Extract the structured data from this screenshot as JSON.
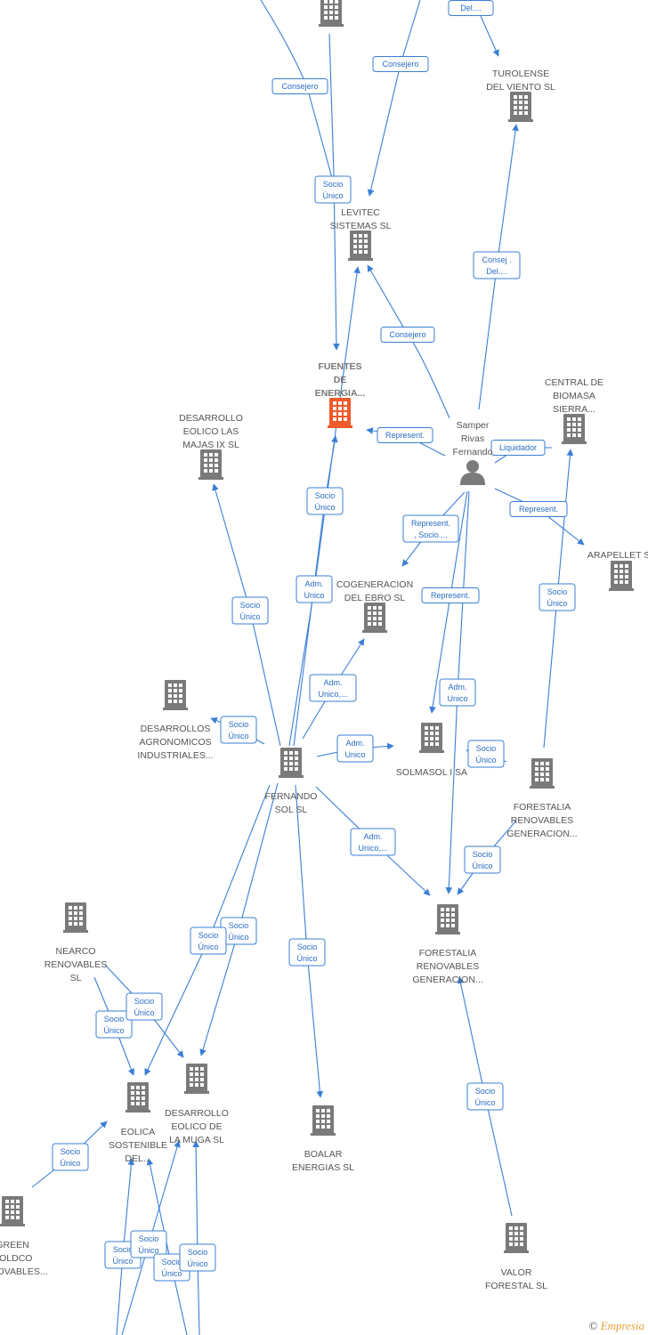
{
  "nodes": [
    {
      "id": "top_company",
      "lines": [],
      "kind": "company"
    },
    {
      "id": "turolense",
      "lines": [
        "TUROLENSE",
        "DEL VIENTO SL"
      ],
      "kind": "company"
    },
    {
      "id": "levitec",
      "lines": [
        "LEVITEC",
        "SISTEMAS  SL"
      ],
      "kind": "company"
    },
    {
      "id": "fuentes",
      "lines": [
        "FUENTES",
        "DE",
        "ENERGIA..."
      ],
      "kind": "highlight"
    },
    {
      "id": "central_biomasa",
      "lines": [
        "CENTRAL DE",
        "BIOMASA",
        "SIERRA..."
      ],
      "kind": "company"
    },
    {
      "id": "samper",
      "lines": [
        "Samper",
        "Rivas",
        "Fernando"
      ],
      "kind": "person"
    },
    {
      "id": "desarrollo_majas",
      "lines": [
        "DESARROLLO",
        "EOLICO LAS",
        "MAJAS IX  SL"
      ],
      "kind": "company"
    },
    {
      "id": "arapellet",
      "lines": [
        "ARAPELLET  SL"
      ],
      "kind": "company"
    },
    {
      "id": "cogeneracion",
      "lines": [
        "COGENERACION",
        "DEL EBRO  SL"
      ],
      "kind": "company"
    },
    {
      "id": "desarrollos_agro",
      "lines": [
        "DESARROLLOS",
        "AGRONOMICOS",
        "INDUSTRIALES..."
      ],
      "kind": "company"
    },
    {
      "id": "solmasol",
      "lines": [
        "SOLMASOL I SA"
      ],
      "kind": "company"
    },
    {
      "id": "fernando_sol",
      "lines": [
        "FERNANDO",
        "SOL SL"
      ],
      "kind": "company"
    },
    {
      "id": "forestalia_right",
      "lines": [
        "FORESTALIA",
        "RENOVABLES",
        "GENERACION..."
      ],
      "kind": "company"
    },
    {
      "id": "forestalia_center",
      "lines": [
        "FORESTALIA",
        "RENOVABLES",
        "GENERACION..."
      ],
      "kind": "company"
    },
    {
      "id": "nearco",
      "lines": [
        "NEARCO",
        "RENOVABLES",
        "SL"
      ],
      "kind": "company"
    },
    {
      "id": "eolica_sostenible",
      "lines": [
        "EOLICA",
        "SOSTENIBLE",
        "DEL..."
      ],
      "kind": "company"
    },
    {
      "id": "desarrollo_muga",
      "lines": [
        "DESARROLLO",
        "EOLICO DE",
        "LA MUGA SL"
      ],
      "kind": "company"
    },
    {
      "id": "boalar",
      "lines": [
        "BOALAR",
        "ENERGIAS  SL"
      ],
      "kind": "company"
    },
    {
      "id": "green_coldco",
      "lines": [
        "GREEN",
        "COLDCO",
        "RENOVABLES..."
      ],
      "kind": "company"
    },
    {
      "id": "valor_forestal",
      "lines": [
        "VALOR",
        "FORESTAL SL"
      ],
      "kind": "company"
    }
  ],
  "edges": [
    {
      "id": "e_del_top",
      "lines": [
        "Del...."
      ]
    },
    {
      "id": "e_consejero_top_left",
      "lines": [
        "Consejero"
      ]
    },
    {
      "id": "e_consejero_top_mid",
      "lines": [
        "Consejero"
      ]
    },
    {
      "id": "e_socio_levitec",
      "lines": [
        "Socio",
        "Único"
      ]
    },
    {
      "id": "e_consej_del",
      "lines": [
        "Consej .",
        "Del...."
      ]
    },
    {
      "id": "e_consejero_samper",
      "lines": [
        "Consejero"
      ]
    },
    {
      "id": "e_represent_fuentes",
      "lines": [
        "Represent."
      ]
    },
    {
      "id": "e_liquidador",
      "lines": [
        "Liquidador"
      ]
    },
    {
      "id": "e_socio_fuentes",
      "lines": [
        "Socio",
        "Único"
      ]
    },
    {
      "id": "e_represent_socio",
      "lines": [
        "Represent.",
        ", Socio...."
      ]
    },
    {
      "id": "e_represent_arapellet",
      "lines": [
        "Represent."
      ]
    },
    {
      "id": "e_socio_majas",
      "lines": [
        "Socio",
        "Único"
      ]
    },
    {
      "id": "e_adm_levitec",
      "lines": [
        "Adm.",
        "Unico"
      ]
    },
    {
      "id": "e_represent_solmasol",
      "lines": [
        "Represent."
      ]
    },
    {
      "id": "e_socio_central",
      "lines": [
        "Socio",
        "Único"
      ]
    },
    {
      "id": "e_adm_cogeneracion",
      "lines": [
        "Adm.",
        "Unico,..."
      ]
    },
    {
      "id": "e_adm_forestalia_samper",
      "lines": [
        "Adm.",
        "Unico"
      ]
    },
    {
      "id": "e_socio_agro",
      "lines": [
        "Socio",
        "Único"
      ]
    },
    {
      "id": "e_adm_solmasol",
      "lines": [
        "Adm.",
        "Unico"
      ]
    },
    {
      "id": "e_socio_solmasol",
      "lines": [
        "Socio",
        "Único"
      ]
    },
    {
      "id": "e_adm_forestalia",
      "lines": [
        "Adm.",
        "Unico,..."
      ]
    },
    {
      "id": "e_socio_forestalia_right",
      "lines": [
        "Socio",
        "Único"
      ]
    },
    {
      "id": "e_socio_muga_1",
      "lines": [
        "Socio",
        "Único"
      ]
    },
    {
      "id": "e_socio_eolica_1",
      "lines": [
        "Socio",
        "Único"
      ]
    },
    {
      "id": "e_socio_boalar",
      "lines": [
        "Socio",
        "Único"
      ]
    },
    {
      "id": "e_socio_nearco_a",
      "lines": [
        "Socio",
        "Único"
      ]
    },
    {
      "id": "e_socio_nearco_b",
      "lines": [
        "Socio",
        "Único"
      ]
    },
    {
      "id": "e_socio_valor",
      "lines": [
        "Socio",
        "Único"
      ]
    },
    {
      "id": "e_socio_green",
      "lines": [
        "Socio",
        "Único"
      ]
    },
    {
      "id": "e_socio_bottom_1",
      "lines": [
        "Socio",
        "Único"
      ]
    },
    {
      "id": "e_socio_bottom_2",
      "lines": [
        "Socio",
        "Único"
      ]
    },
    {
      "id": "e_socio_bottom_3",
      "lines": [
        "Socio",
        "Único"
      ]
    },
    {
      "id": "e_socio_bottom_4",
      "lines": [
        "Socio",
        "Único"
      ]
    }
  ],
  "colors": {
    "edge": "#3a7fd5",
    "company": "#7a7a7a",
    "highlight": "#f05a28",
    "person": "#7a7a7a",
    "label": "#555555"
  },
  "footer": {
    "copyright": "©",
    "brand": "Empresia"
  }
}
